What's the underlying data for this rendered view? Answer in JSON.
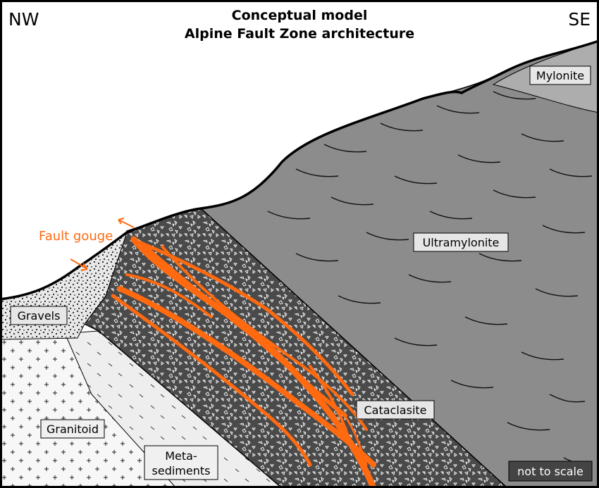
{
  "title": {
    "line1": "Conceptual model",
    "line2": "Alpine Fault Zone architecture"
  },
  "orientation": {
    "left": "NW",
    "right": "SE"
  },
  "units": {
    "mylonite": "Mylonite",
    "ultramylonite": "Ultramylonite",
    "cataclasite": "Cataclasite",
    "gravels": "Gravels",
    "granitoid": "Granitoid",
    "metasediments_line1": "Meta-",
    "metasediments_line2": "sediments"
  },
  "annotations": {
    "fault_gouge": "Fault gouge",
    "scale_note": "not to scale"
  },
  "colors": {
    "fault": "#ff6a10",
    "ultramylonite": "#8c8c8c",
    "mylonite": "#adadad",
    "cataclasite": "#4a4a4a",
    "gravels": "#e8e8e8",
    "granitoid": "#f7f7f7",
    "metasediments": "#eeeeee"
  }
}
